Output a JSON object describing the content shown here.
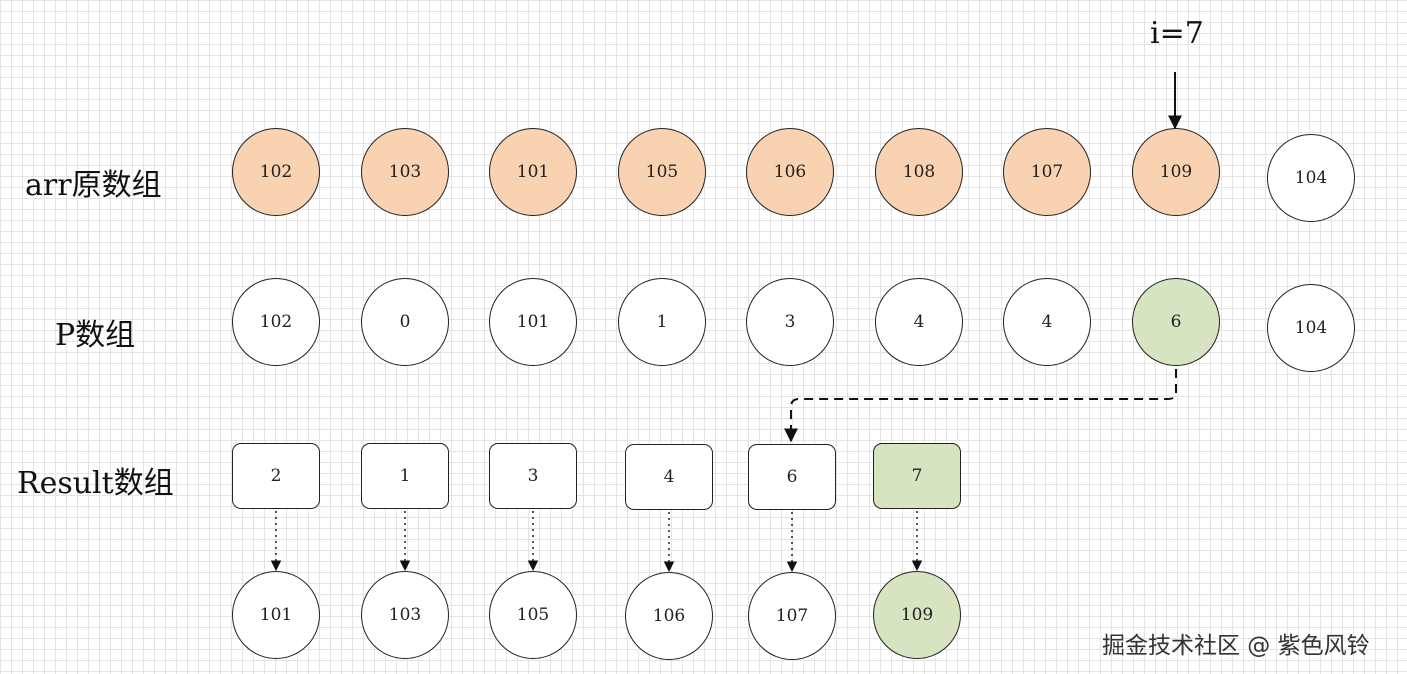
{
  "pointer": {
    "label": "i=7"
  },
  "rows": {
    "arr": {
      "label": "arr原数组",
      "values": [
        "102",
        "103",
        "101",
        "105",
        "106",
        "108",
        "107",
        "109",
        "104"
      ],
      "highlight": [
        "orange",
        "orange",
        "orange",
        "orange",
        "orange",
        "orange",
        "orange",
        "orange",
        "none"
      ]
    },
    "p": {
      "label": "P数组",
      "values": [
        "102",
        "0",
        "101",
        "1",
        "3",
        "4",
        "4",
        "6",
        "104"
      ],
      "highlight": [
        "none",
        "none",
        "none",
        "none",
        "none",
        "none",
        "none",
        "green",
        "none"
      ]
    },
    "result": {
      "label": "Result数组",
      "values": [
        "2",
        "1",
        "3",
        "4",
        "6",
        "7"
      ],
      "highlight": [
        "none",
        "none",
        "none",
        "none",
        "none",
        "green"
      ]
    },
    "result_values": {
      "values": [
        "101",
        "103",
        "105",
        "106",
        "107",
        "109"
      ],
      "highlight": [
        "none",
        "none",
        "none",
        "none",
        "none",
        "green"
      ]
    }
  },
  "colors": {
    "orange_fill": "#f9d2b2",
    "green_fill": "#d6e4c1",
    "stroke": "#222222"
  },
  "watermark": "掘金技术社区 @ 紫色风铃"
}
